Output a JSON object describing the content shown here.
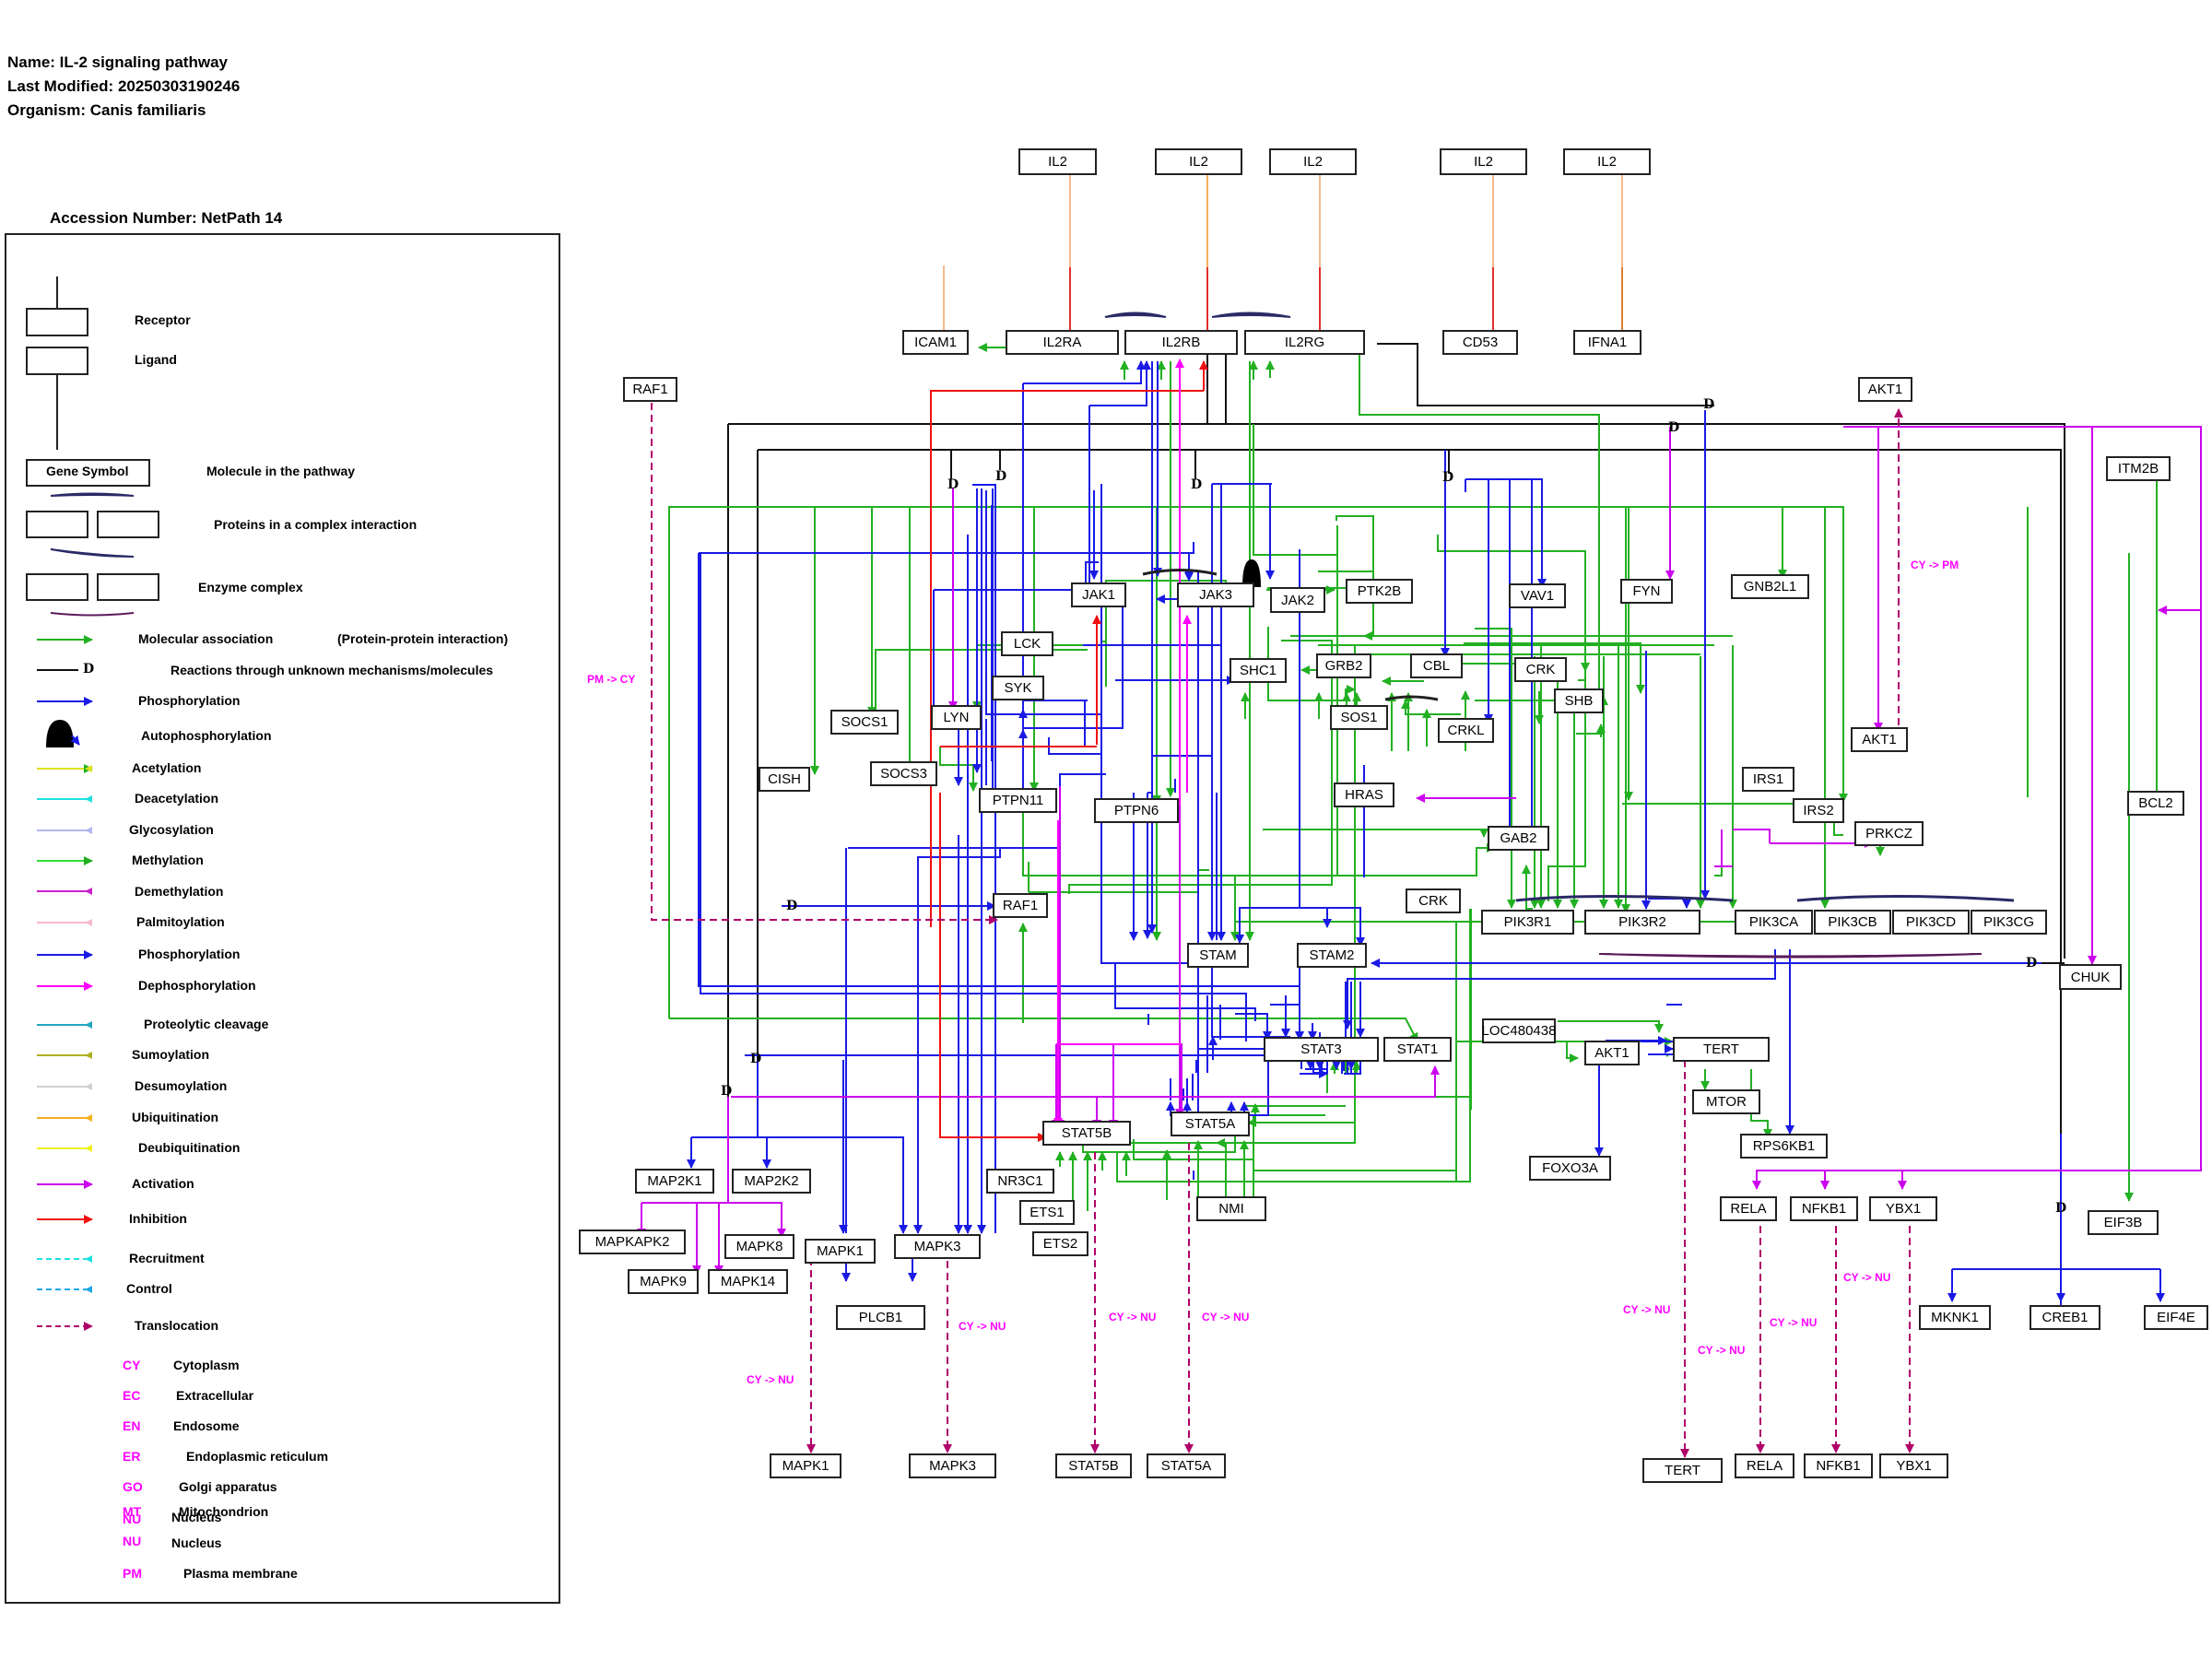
{
  "header": {
    "name": "Name: IL-2 signaling pathway",
    "modified": "Last Modified: 20250303190246",
    "organism": "Organism: Canis familiaris",
    "accession": "Accession Number: NetPath 14"
  },
  "legend": {
    "receptor": "Receptor",
    "ligand": "Ligand",
    "gene_symbol": "Gene Symbol",
    "molecule": "Molecule in the pathway",
    "complex": "Proteins in a complex interaction",
    "enzyme": "Enzyme complex",
    "molecular_association": "Molecular association",
    "ppi": "(Protein-protein interaction)",
    "unknown": "Reactions through unknown mechanisms/molecules",
    "d_label": "D",
    "phosphorylation": "Phosphorylation",
    "autophosphorylation": "Autophosphorylation",
    "acetylation": "Acetylation",
    "deacetylation": "Deacetylation",
    "glycosylation": "Glycosylation",
    "methylation": "Methylation",
    "demethylation": "Demethylation",
    "palmitoylation": "Palmitoylation",
    "phosphorylation2": "Phosphorylation",
    "dephosphorylation": "Dephosphorylation",
    "proteolytic": "Proteolytic cleavage",
    "sumoylation": "Sumoylation",
    "desumoylation": "Desumoylation",
    "ubiquitination": "Ubiquitination",
    "deubiquitination": "Deubiquitination",
    "activation": "Activation",
    "inhibition": "Inhibition",
    "recruitment": "Recruitment",
    "control": "Control",
    "translocation": "Translocation",
    "abbr": [
      {
        "code": "CY",
        "name": "Cytoplasm"
      },
      {
        "code": "EC",
        "name": "Extracellular"
      },
      {
        "code": "EN",
        "name": "Endosome"
      },
      {
        "code": "ER",
        "name": "Endoplasmic reticulum"
      },
      {
        "code": "GO",
        "name": "Golgi apparatus"
      },
      {
        "code": "MT",
        "name": "Mitochondrion"
      },
      {
        "code": "NU",
        "name": "Nucleus"
      },
      {
        "code": "PM",
        "name": "Plasma membrane"
      }
    ],
    "overlap": "Nucleus"
  },
  "nodes": [
    {
      "id": "il2_a",
      "label": "IL2"
    },
    {
      "id": "il2_b",
      "label": "IL2"
    },
    {
      "id": "il2_c",
      "label": "IL2"
    },
    {
      "id": "il2_d",
      "label": "IL2"
    },
    {
      "id": "il2_e",
      "label": "IL2"
    },
    {
      "id": "icam1",
      "label": "ICAM1"
    },
    {
      "id": "il2ra",
      "label": "IL2RA"
    },
    {
      "id": "il2rb",
      "label": "IL2RB"
    },
    {
      "id": "il2rg",
      "label": "IL2RG"
    },
    {
      "id": "cd53",
      "label": "CD53"
    },
    {
      "id": "ifna1",
      "label": "IFNA1"
    },
    {
      "id": "raf1_top",
      "label": "RAF1"
    },
    {
      "id": "akt1_top",
      "label": "AKT1"
    },
    {
      "id": "itm2b",
      "label": "ITM2B"
    },
    {
      "id": "jak1",
      "label": "JAK1"
    },
    {
      "id": "jak3",
      "label": "JAK3"
    },
    {
      "id": "jak2",
      "label": "JAK2"
    },
    {
      "id": "ptk2b",
      "label": "PTK2B"
    },
    {
      "id": "vav1",
      "label": "VAV1"
    },
    {
      "id": "fyn",
      "label": "FYN"
    },
    {
      "id": "gnb2l1",
      "label": "GNB2L1"
    },
    {
      "id": "lck",
      "label": "LCK"
    },
    {
      "id": "shc1",
      "label": "SHC1"
    },
    {
      "id": "grb2",
      "label": "GRB2"
    },
    {
      "id": "cbl",
      "label": "CBL"
    },
    {
      "id": "crk_a",
      "label": "CRK"
    },
    {
      "id": "shb",
      "label": "SHB"
    },
    {
      "id": "syk",
      "label": "SYK"
    },
    {
      "id": "socs1",
      "label": "SOCS1"
    },
    {
      "id": "lyn",
      "label": "LYN"
    },
    {
      "id": "sos1",
      "label": "SOS1"
    },
    {
      "id": "crkl",
      "label": "CRKL"
    },
    {
      "id": "akt1_mid",
      "label": "AKT1"
    },
    {
      "id": "cish",
      "label": "CISH"
    },
    {
      "id": "socs3",
      "label": "SOCS3"
    },
    {
      "id": "irs1",
      "label": "IRS1"
    },
    {
      "id": "ptpn11",
      "label": "PTPN11"
    },
    {
      "id": "ptpn6",
      "label": "PTPN6"
    },
    {
      "id": "hras",
      "label": "HRAS"
    },
    {
      "id": "irs2",
      "label": "IRS2"
    },
    {
      "id": "bcl2",
      "label": "BCL2"
    },
    {
      "id": "gab2",
      "label": "GAB2"
    },
    {
      "id": "prkcz",
      "label": "PRKCZ"
    },
    {
      "id": "raf1_mid",
      "label": "RAF1"
    },
    {
      "id": "crk_b",
      "label": "CRK"
    },
    {
      "id": "pik3r1",
      "label": "PIK3R1"
    },
    {
      "id": "pik3r2",
      "label": "PIK3R2"
    },
    {
      "id": "pik3ca",
      "label": "PIK3CA"
    },
    {
      "id": "pik3cb",
      "label": "PIK3CB"
    },
    {
      "id": "pik3cd",
      "label": "PIK3CD"
    },
    {
      "id": "pik3cg",
      "label": "PIK3CG"
    },
    {
      "id": "stam",
      "label": "STAM"
    },
    {
      "id": "stam2",
      "label": "STAM2"
    },
    {
      "id": "chuk",
      "label": "CHUK"
    },
    {
      "id": "loc",
      "label": "LOC480438"
    },
    {
      "id": "stat3",
      "label": "STAT3"
    },
    {
      "id": "stat1",
      "label": "STAT1"
    },
    {
      "id": "akt1_low",
      "label": "AKT1"
    },
    {
      "id": "tert_a",
      "label": "TERT"
    },
    {
      "id": "mtor",
      "label": "MTOR"
    },
    {
      "id": "stat5b",
      "label": "STAT5B"
    },
    {
      "id": "stat5a",
      "label": "STAT5A"
    },
    {
      "id": "rps6kb1",
      "label": "RPS6KB1"
    },
    {
      "id": "foxo3a",
      "label": "FOXO3A"
    },
    {
      "id": "map2k1",
      "label": "MAP2K1"
    },
    {
      "id": "map2k2",
      "label": "MAP2K2"
    },
    {
      "id": "nr3c1",
      "label": "NR3C1"
    },
    {
      "id": "ets1",
      "label": "ETS1"
    },
    {
      "id": "nmi",
      "label": "NMI"
    },
    {
      "id": "rela_a",
      "label": "RELA"
    },
    {
      "id": "nfkb1_a",
      "label": "NFKB1"
    },
    {
      "id": "ybx1_a",
      "label": "YBX1"
    },
    {
      "id": "eif3b",
      "label": "EIF3B"
    },
    {
      "id": "mapkapk2",
      "label": "MAPKAPK2"
    },
    {
      "id": "mapk8",
      "label": "MAPK8"
    },
    {
      "id": "mapk1_a",
      "label": "MAPK1"
    },
    {
      "id": "mapk3_a",
      "label": "MAPK3"
    },
    {
      "id": "ets2",
      "label": "ETS2"
    },
    {
      "id": "mapk9",
      "label": "MAPK9"
    },
    {
      "id": "mapk14",
      "label": "MAPK14"
    },
    {
      "id": "plcb1",
      "label": "PLCB1"
    },
    {
      "id": "mknk1",
      "label": "MKNK1"
    },
    {
      "id": "creb1",
      "label": "CREB1"
    },
    {
      "id": "eif4e",
      "label": "EIF4E"
    },
    {
      "id": "mapk1_b",
      "label": "MAPK1"
    },
    {
      "id": "mapk3_b",
      "label": "MAPK3"
    },
    {
      "id": "stat5b_b",
      "label": "STAT5B"
    },
    {
      "id": "stat5a_b",
      "label": "STAT5A"
    },
    {
      "id": "tert_b",
      "label": "TERT"
    },
    {
      "id": "rela_b",
      "label": "RELA"
    },
    {
      "id": "nfkb1_b",
      "label": "NFKB1"
    },
    {
      "id": "ybx1_b",
      "label": "YBX1"
    }
  ],
  "annotations": {
    "pm_cy": "PM -> CY",
    "cy_pm": "CY -> PM",
    "cy_nu": "CY -> NU",
    "d": "D"
  },
  "colors": {
    "association": "#22b022",
    "phosphorylation": "#1a1ae6",
    "activation": "#cc00ee",
    "inhibition": "#ee1111",
    "translocation": "#b0006a",
    "dephosphorylation": "#ff00ff",
    "ligand_link": "#f5b98c"
  }
}
